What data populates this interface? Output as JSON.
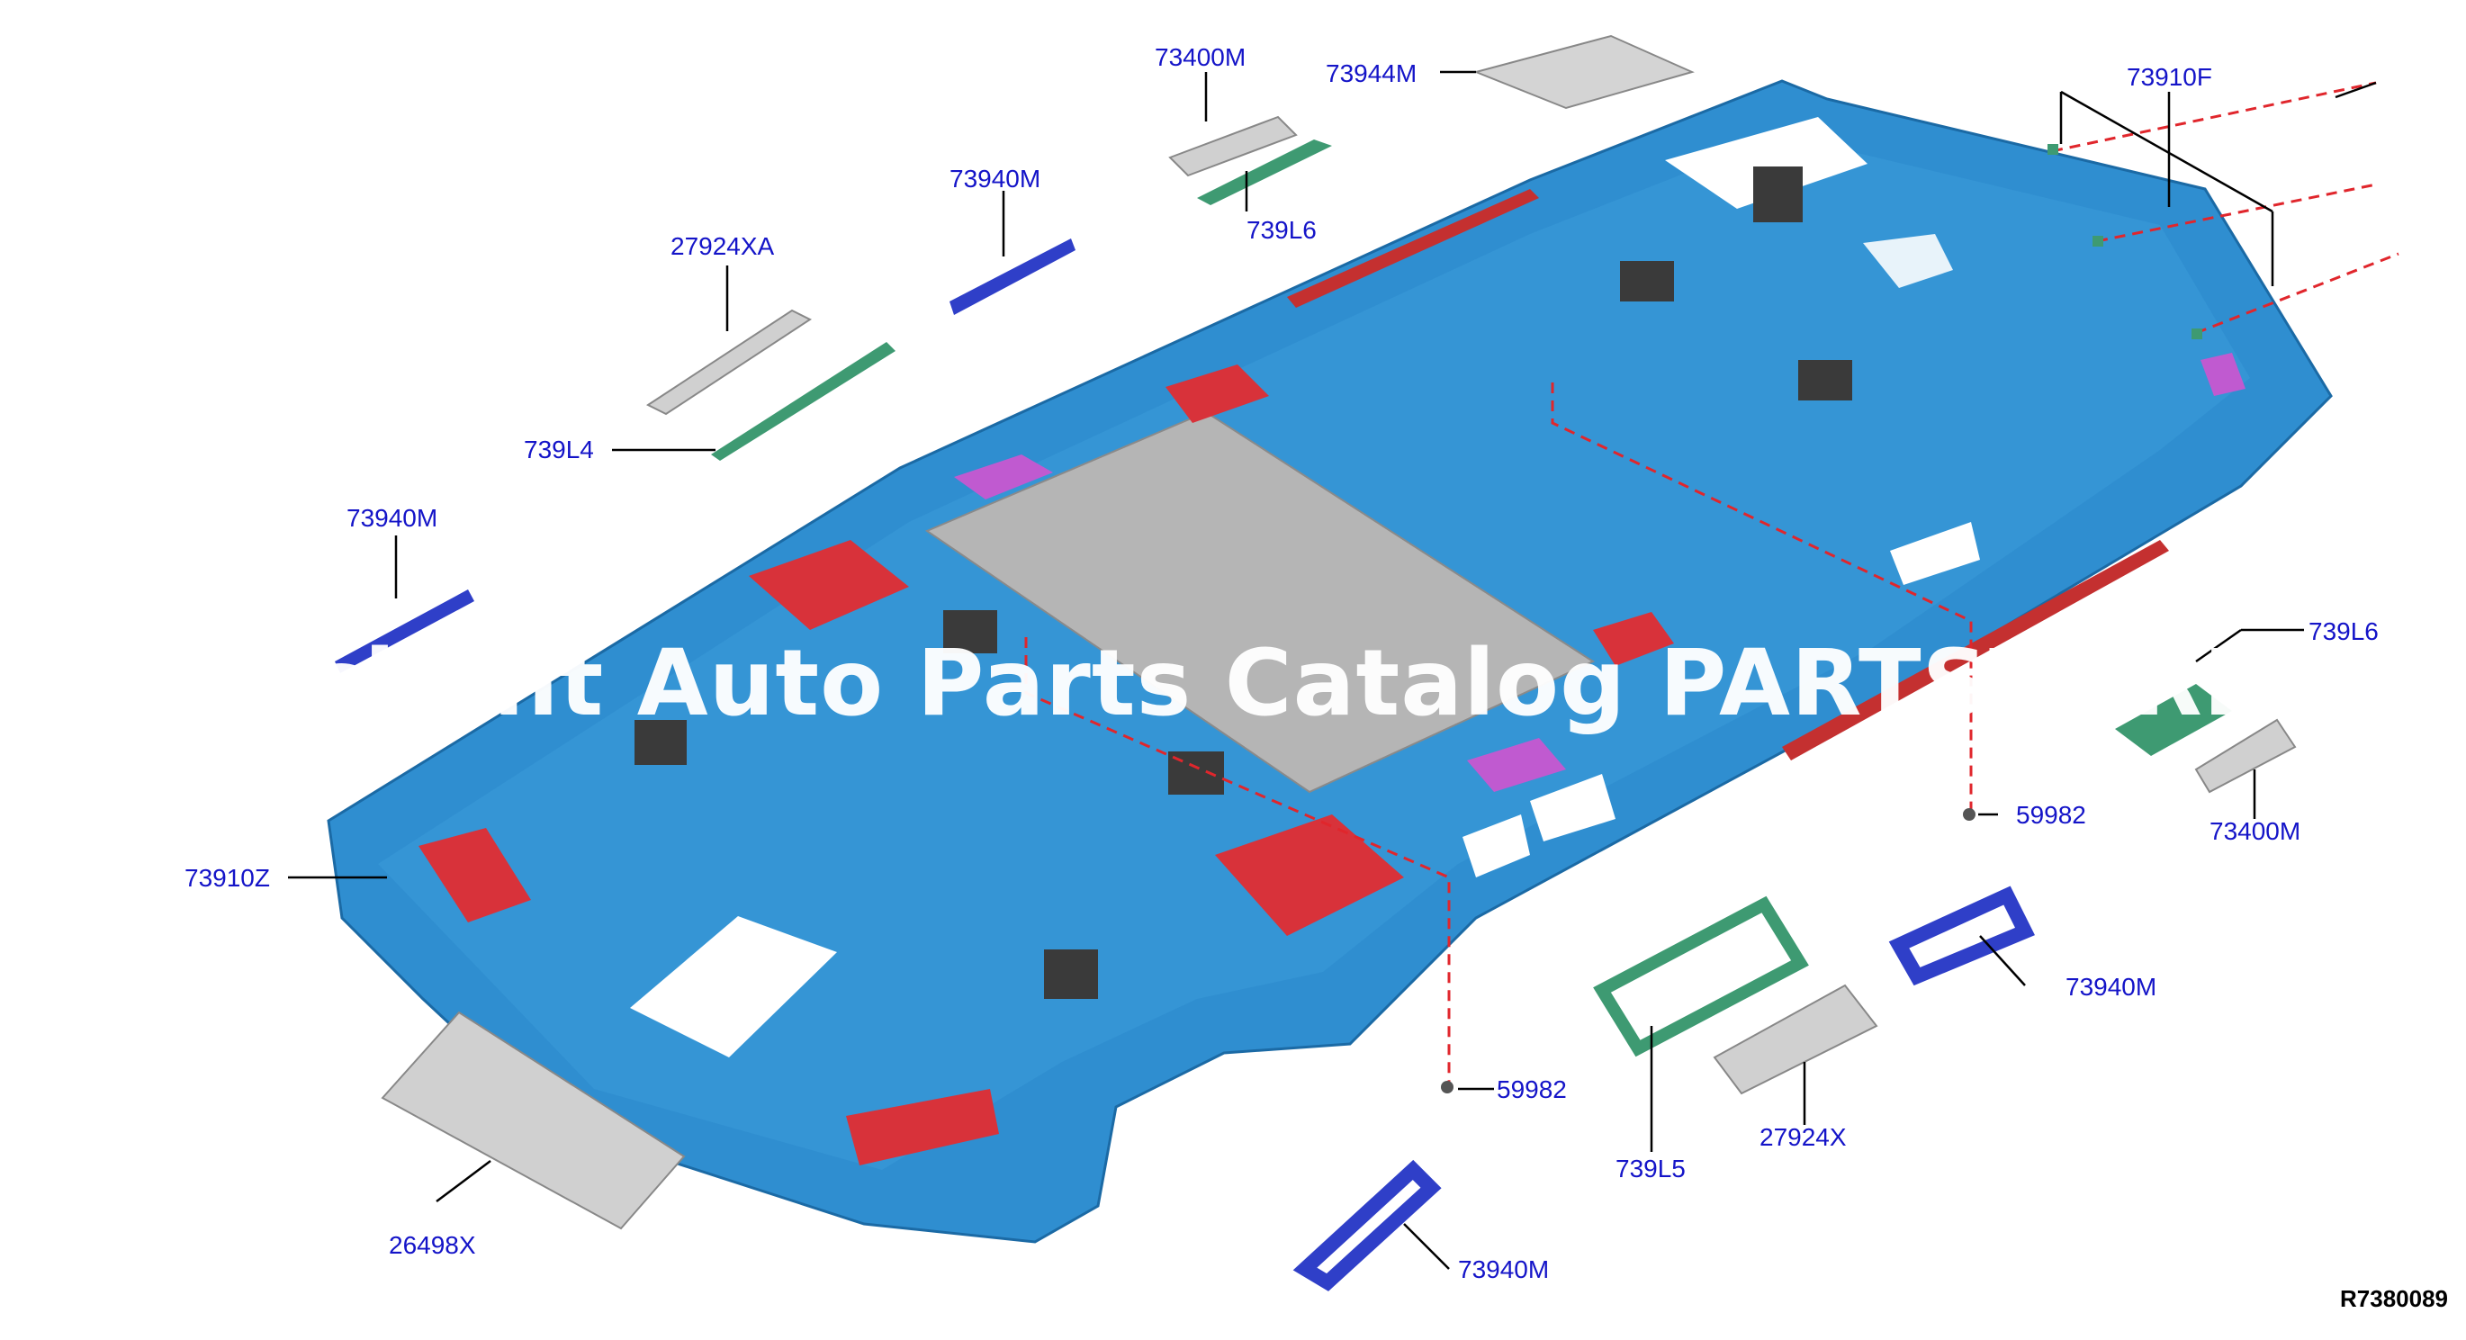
{
  "callouts": {
    "c73400m_top": "73400M",
    "c73944m": "73944M",
    "c73910f": "73910F",
    "c73940m_1": "73940M",
    "c739l6_top": "739L6",
    "c27924xa": "27924XA",
    "c739l4": "739L4",
    "c73940m_2": "73940M",
    "c739l6_right": "739L6",
    "c59982_right": "59982",
    "c73400m_right": "73400M",
    "c73910z": "73910Z",
    "c73940m_3": "73940M",
    "c59982_bottom": "59982",
    "c27924x": "27924X",
    "c739l5": "739L5",
    "c26498x": "26498X",
    "c73940m_4": "73940M"
  },
  "watermark": "erchant Auto Parts Catalog PARTSTORE",
  "diagram_id": "R7380089",
  "colors": {
    "headliner": "#2f8ed0",
    "headliner_edge": "#1b6aa5",
    "sunroof_panel": "#b5b5b5",
    "vent_red": "#d8323a",
    "bracket_purple": "#c05ad0",
    "grab_handle": "#2f3fc8",
    "frame_green": "#3e9a72",
    "trim_gray": "#d0d0d0",
    "pad_dark": "#3a3a3a",
    "callout_text": "#1414c8",
    "leader_line": "#000000",
    "dashed_line": "#e0262c"
  }
}
